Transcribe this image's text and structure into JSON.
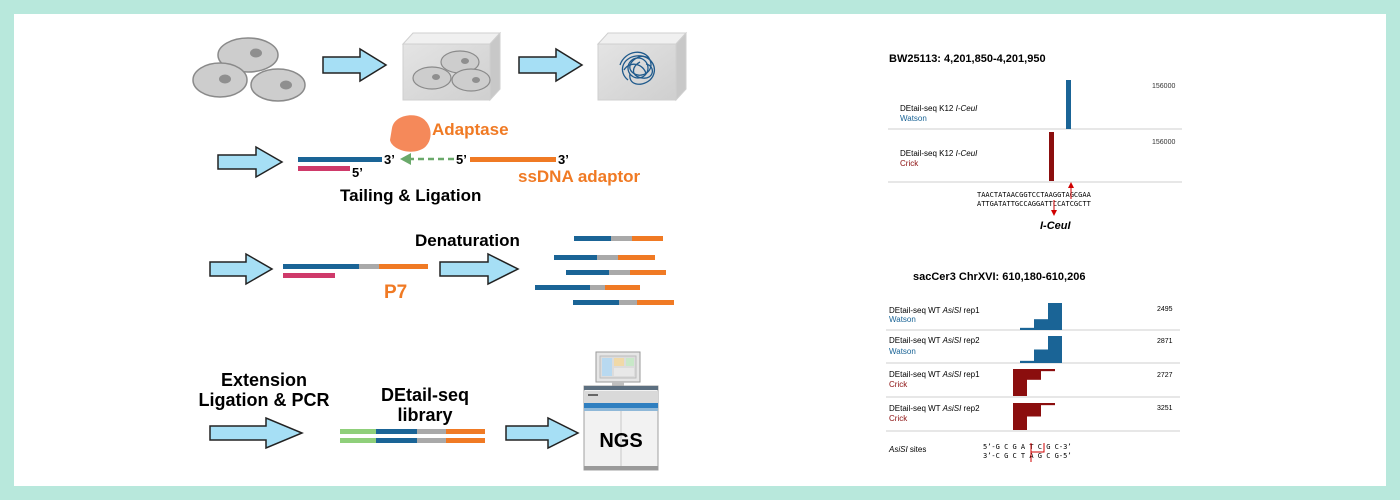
{
  "workflow": {
    "adaptase_label": "Adaptase",
    "three_prime": "3’",
    "five_prime": "5’",
    "ssdna_adaptor_label": "ssDNA adaptor",
    "tailing_ligation_label": "Tailing & Ligation",
    "denaturation_label": "Denaturation",
    "p7_label": "P7",
    "extension_label_line1": "Extension",
    "extension_label_line2": "Ligation & PCR",
    "library_label_line1": "DEtail-seq",
    "library_label_line2": "library",
    "ngs_label": "NGS"
  },
  "colors": {
    "arrow_fill": "#a6dff5",
    "dna_blue": "#1a6496",
    "dna_orange": "#f07a24",
    "dna_gray": "#a9a9a9",
    "dna_pink": "#cf3a6a",
    "dna_green": "#8fcf7a",
    "adaptase": "#f5895a",
    "watson": "#1a6496",
    "crick": "#8b0e0e",
    "background": "#b8e8dc"
  },
  "track_panel_1": {
    "title": "BW25113: 4,201,850-4,201,950",
    "tracks": [
      {
        "name": "DEtail-seq K12 ",
        "enzyme": "I-CeuI",
        "strand": "Watson",
        "scale": "156000",
        "peak": 1.0
      },
      {
        "name": "DEtail-seq K12 ",
        "enzyme": "I-CeuI",
        "strand": "Crick",
        "scale": "156000",
        "peak": 1.0
      }
    ],
    "sequence_top": "TAACTATAACGGTCCTAAGGTAGCGAA",
    "sequence_bottom": "ATTGATATTGCCAGGATTCCATCGCTT",
    "site_label": "I-CeuI"
  },
  "track_panel_2": {
    "title": "sacCer3 ChrXVI: 610,180-610,206",
    "tracks": [
      {
        "name": "DEtail-seq WT ",
        "enzyme": "AsiSI",
        "rep": " rep1",
        "strand": "Watson",
        "scale": "2495",
        "profile": [
          0.0,
          0.08,
          0.08,
          0.4,
          0.4,
          1.0,
          1.0
        ]
      },
      {
        "name": "DEtail-seq WT ",
        "enzyme": "AsiSI",
        "rep": " rep2",
        "strand": "Watson",
        "scale": "2871",
        "profile": [
          0.0,
          0.08,
          0.08,
          0.5,
          0.5,
          1.0,
          1.0
        ]
      },
      {
        "name": "DEtail-seq WT ",
        "enzyme": "AsiSI",
        "rep": " rep1",
        "strand": "Crick",
        "scale": "2727",
        "profile": [
          1.0,
          1.0,
          0.4,
          0.4,
          0.08,
          0.08,
          0.0
        ]
      },
      {
        "name": "DEtail-seq WT ",
        "enzyme": "AsiSI",
        "rep": " rep2",
        "strand": "Crick",
        "scale": "3251",
        "profile": [
          1.0,
          1.0,
          0.5,
          0.5,
          0.08,
          0.08,
          0.0
        ]
      }
    ],
    "sites_label_enzyme": "AsiSI",
    "sites_label_suffix": " sites",
    "sequence_top": "5’-G C G A T C G C-3’",
    "sequence_bottom": "3’-C G C T A G C G-5’"
  }
}
